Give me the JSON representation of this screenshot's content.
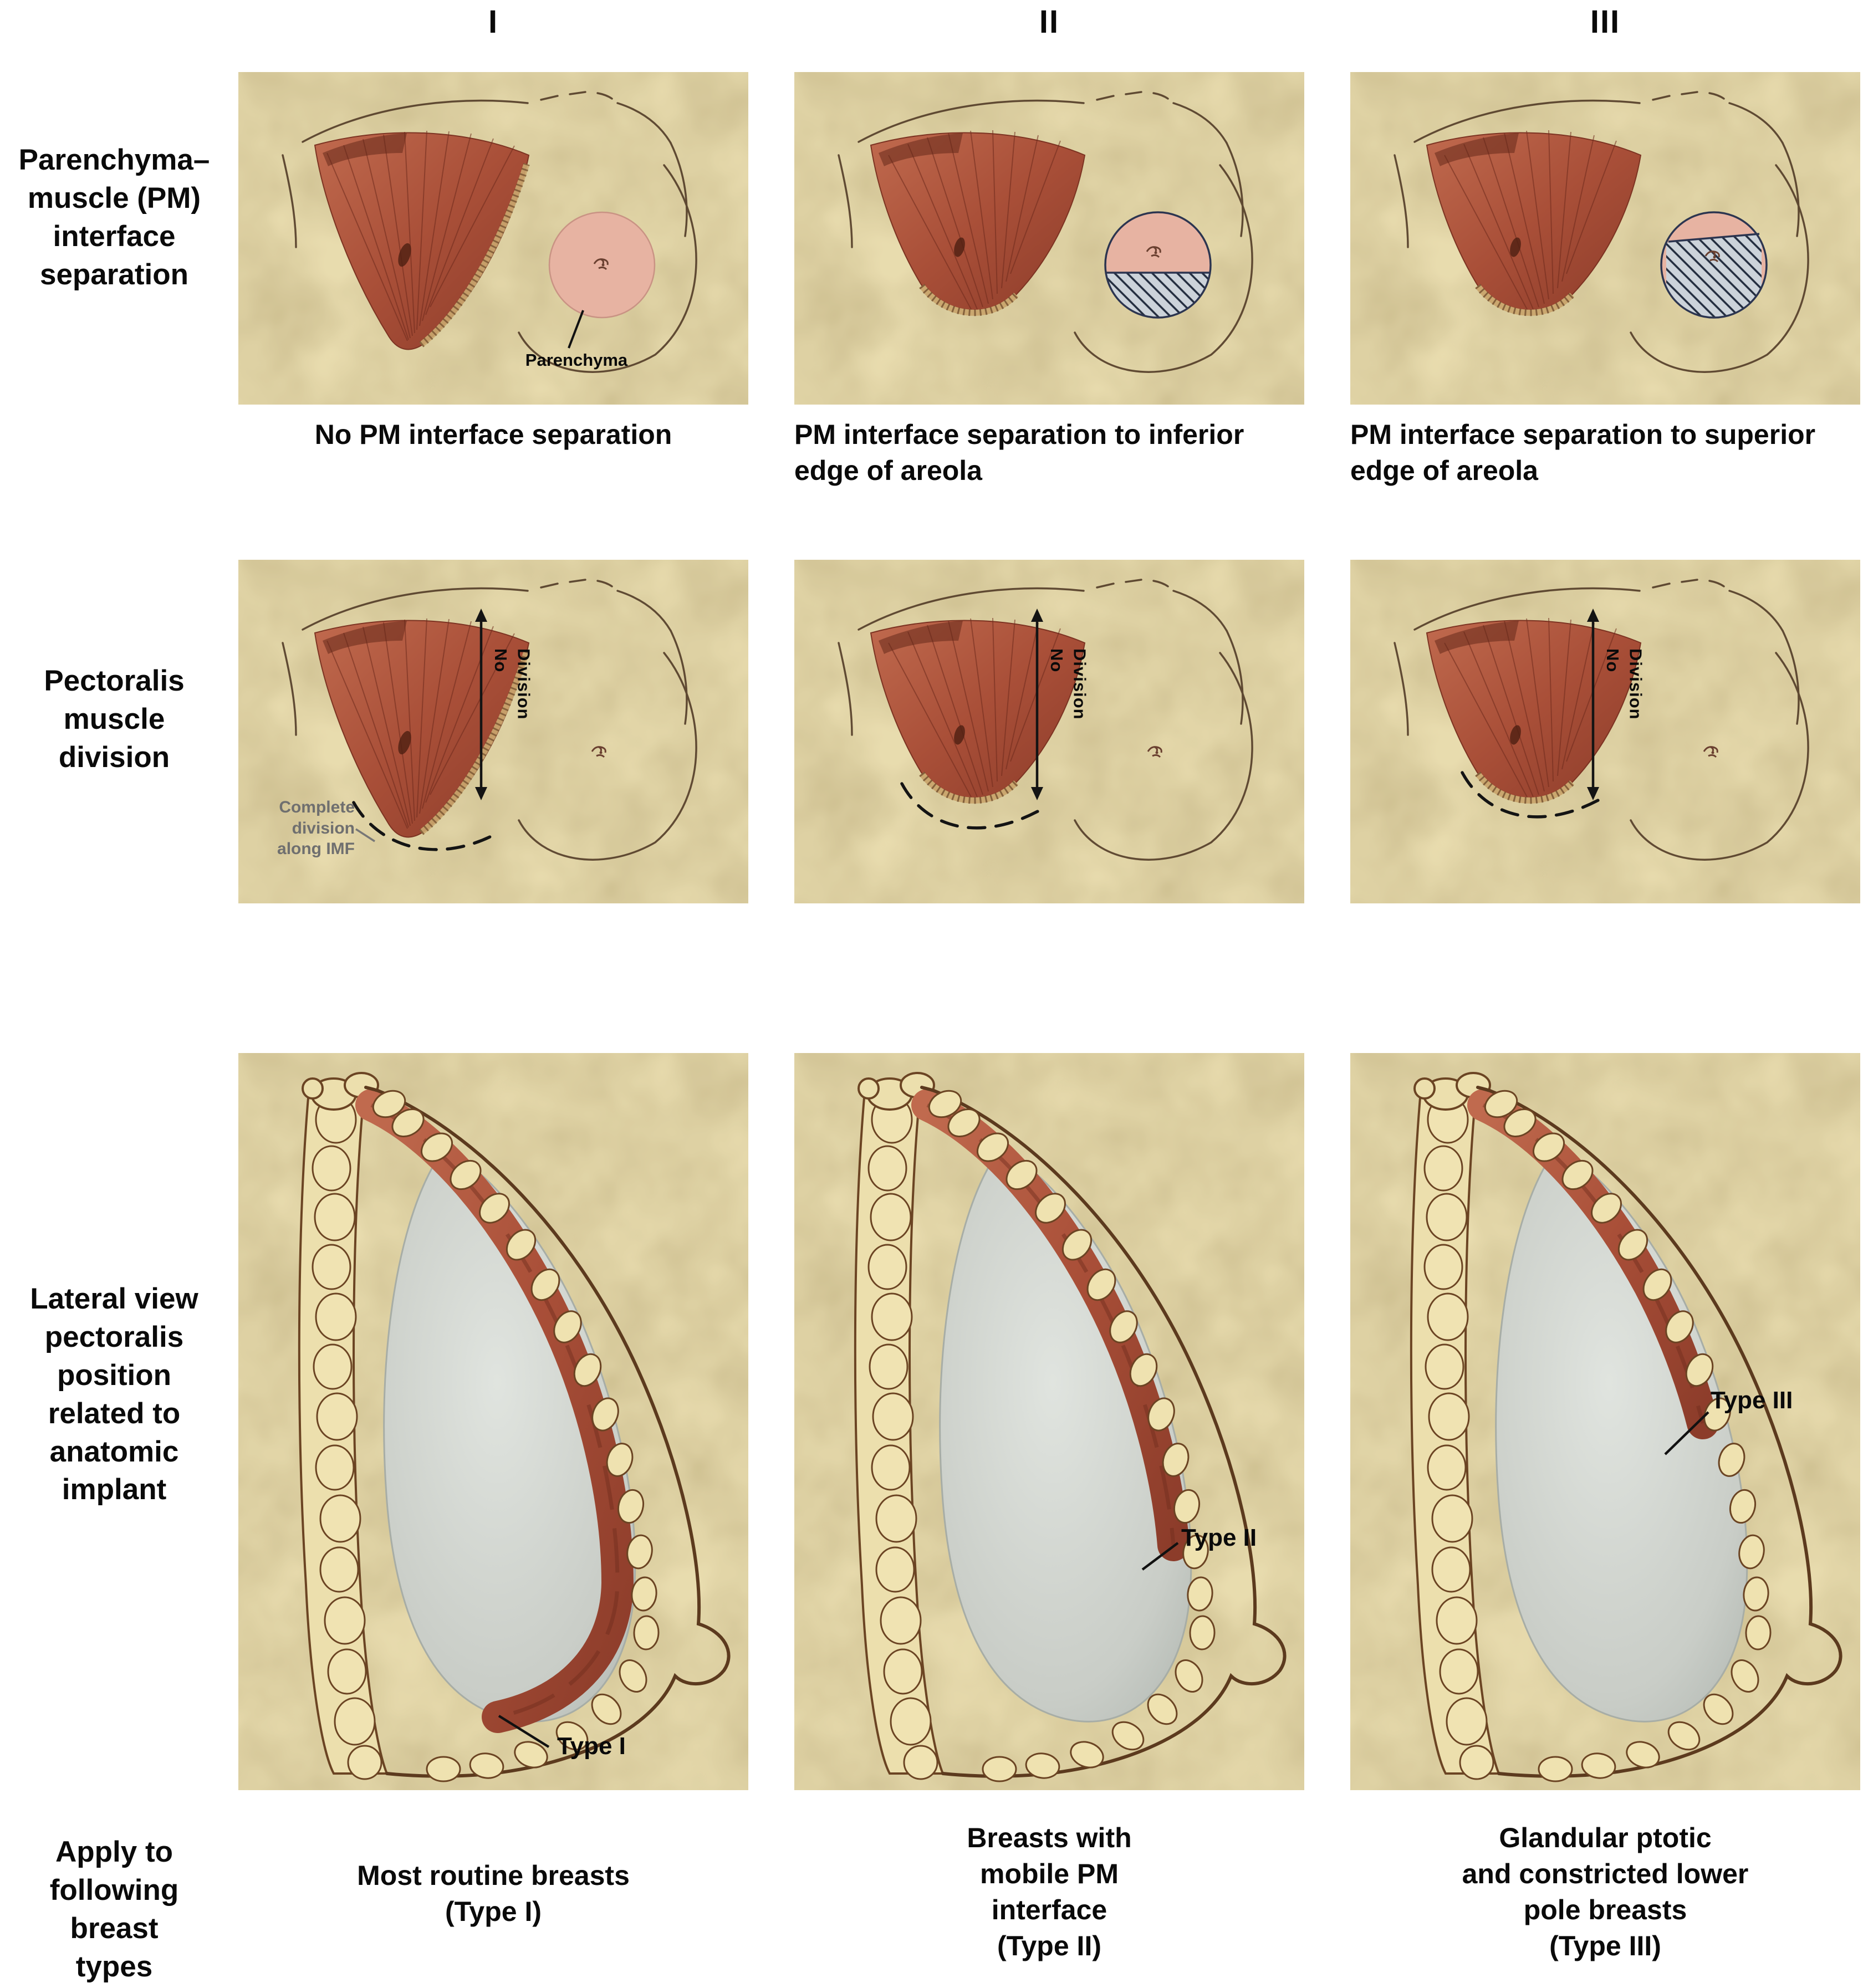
{
  "figure": {
    "column_headers": [
      "I",
      "II",
      "III"
    ],
    "row_labels": [
      "Parenchyma–\nmuscle (PM)\ninterface\nseparation",
      "Pectoralis\nmuscle\ndivision",
      "Lateral view\npectoralis\nposition\nrelated to\nanatomic\nimplant",
      "Apply to\nfollowing\nbreast\ntypes"
    ],
    "row1": {
      "captions": [
        "No PM interface separation",
        "PM interface separation to inferior\nedge of areola",
        "PM interface separation to superior\nedge of areola"
      ],
      "parenchyma_label": "Parenchyma"
    },
    "row2": {
      "no_division_label": "No\nDivision",
      "complete_division_label": "Complete\ndivision\nalong IMF"
    },
    "row3": {
      "type_labels": [
        "Type I",
        "Type II",
        "Type III"
      ]
    },
    "row4": {
      "captions": [
        "Most routine breasts\n(Type I)",
        "Breasts with\nmobile PM\ninterface\n(Type II)",
        "Glandular ptotic\nand constricted lower\npole breasts\n(Type III)"
      ]
    },
    "colors": {
      "panel_background": "#e8dcae",
      "muscle_red": "#a94f38",
      "outline_brown": "#4a3320",
      "areola_pink": "#e7b3a2",
      "implant_gray": "#c9cdc7",
      "hatch_fill": "#ccd3da",
      "hatch_line": "#222c3e",
      "annotation_gray": "#6f6f6f"
    }
  }
}
